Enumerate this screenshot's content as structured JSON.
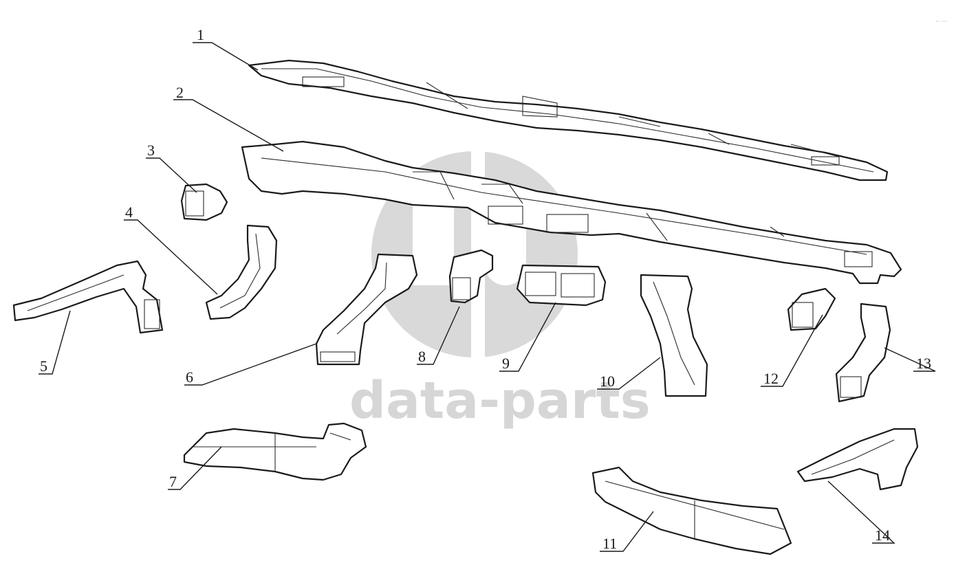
{
  "watermark": {
    "text": "data-parts"
  },
  "corner_mark": "·· ···",
  "callouts": [
    "1",
    "2",
    "3",
    "4",
    "5",
    "6",
    "7",
    "8",
    "9",
    "10",
    "11",
    "12",
    "13",
    "14"
  ]
}
